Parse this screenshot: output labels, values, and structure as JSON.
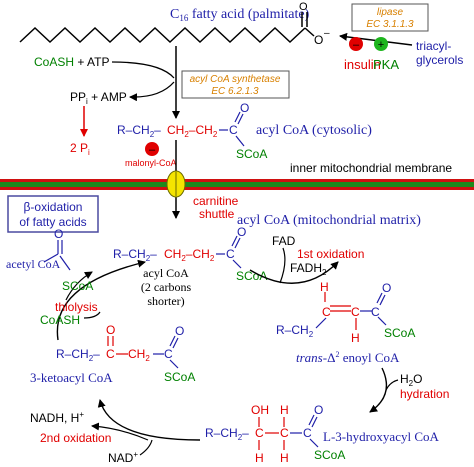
{
  "colors": {
    "blue": "#1f1fa8",
    "red": "#e00000",
    "green": "#008000",
    "orange": "#d88000",
    "membrane_red": "#d01010",
    "membrane_green": "#1d8a1d",
    "channel_yellow": "#f5e400",
    "box_border": "#4a4aa0"
  },
  "top": {
    "fatty_acid_label": "C",
    "fatty_acid_sub": "16",
    "fatty_acid_rest": " fatty acid (palmitate)",
    "carboxyl_O_top": "O",
    "carboxyl_O_minus": "O",
    "carboxyl_minus": "–",
    "lipase": "lipase",
    "lipase_ec": "EC 3.1.1.3",
    "triacylglycerols_1": "triacyl-",
    "triacylglycerols_2": "glycerols",
    "minus_sign": "–",
    "plus_sign": "+",
    "insulin": "insulin",
    "pka": "PKA"
  },
  "activation": {
    "coash_atp_1": "CoASH",
    "coash_atp_2": " + ATP",
    "ppi_amp_1": "PP",
    "ppi_amp_sub": "i",
    "ppi_amp_2": " + AMP",
    "two_pi_1": "2 P",
    "two_pi_sub": "i",
    "synthetase": "acyl CoA synthetase",
    "synthetase_ec": "EC 6.2.1.3",
    "acyl_coa_cyto": "acyl CoA (cytosolic)",
    "malonyl_coa": "malonyl-CoA",
    "inhibit_minus": "–"
  },
  "structure": {
    "R": "R",
    "CH2": "CH",
    "two": "2",
    "C": "C",
    "O": "O",
    "OH": "OH",
    "H": "H",
    "SCoA": "SCoA",
    "dash": "–"
  },
  "membrane": {
    "label": "inner mitochondrial membrane",
    "carnitine_1": "carnitine",
    "carnitine_2": "shuttle"
  },
  "cycle": {
    "title_1": "β-oxidation",
    "title_2": "of fatty acids",
    "acyl_coa_matrix": "acyl CoA (mitochondrial matrix)",
    "acyl_coa_shorter_1": "acyl CoA",
    "acyl_coa_shorter_2": "(2 carbons",
    "acyl_coa_shorter_3": "shorter)",
    "acetyl_coa": "acetyl CoA",
    "thiolysis": "thiolysis",
    "coash": "CoASH",
    "fad": "FAD",
    "fadh2_1": "FADH",
    "fadh2_sub": "2",
    "first_oxidation": "1st oxidation",
    "trans": "trans",
    "enoyl_rest_1": "-Δ",
    "enoyl_sup": "2",
    "enoyl_rest_2": " enoyl CoA",
    "h2o_1": "H",
    "h2o_sub": "2",
    "h2o_2": "O",
    "hydration": "hydration",
    "hydroxyacyl": "L-3-hydroxyacyl CoA",
    "ketoacyl": "3-ketoacyl CoA",
    "nadh_1": "NADH, H",
    "nadh_sup": "+",
    "second_oxidation": "2nd oxidation",
    "nad_1": "NAD",
    "nad_sup": "+"
  }
}
